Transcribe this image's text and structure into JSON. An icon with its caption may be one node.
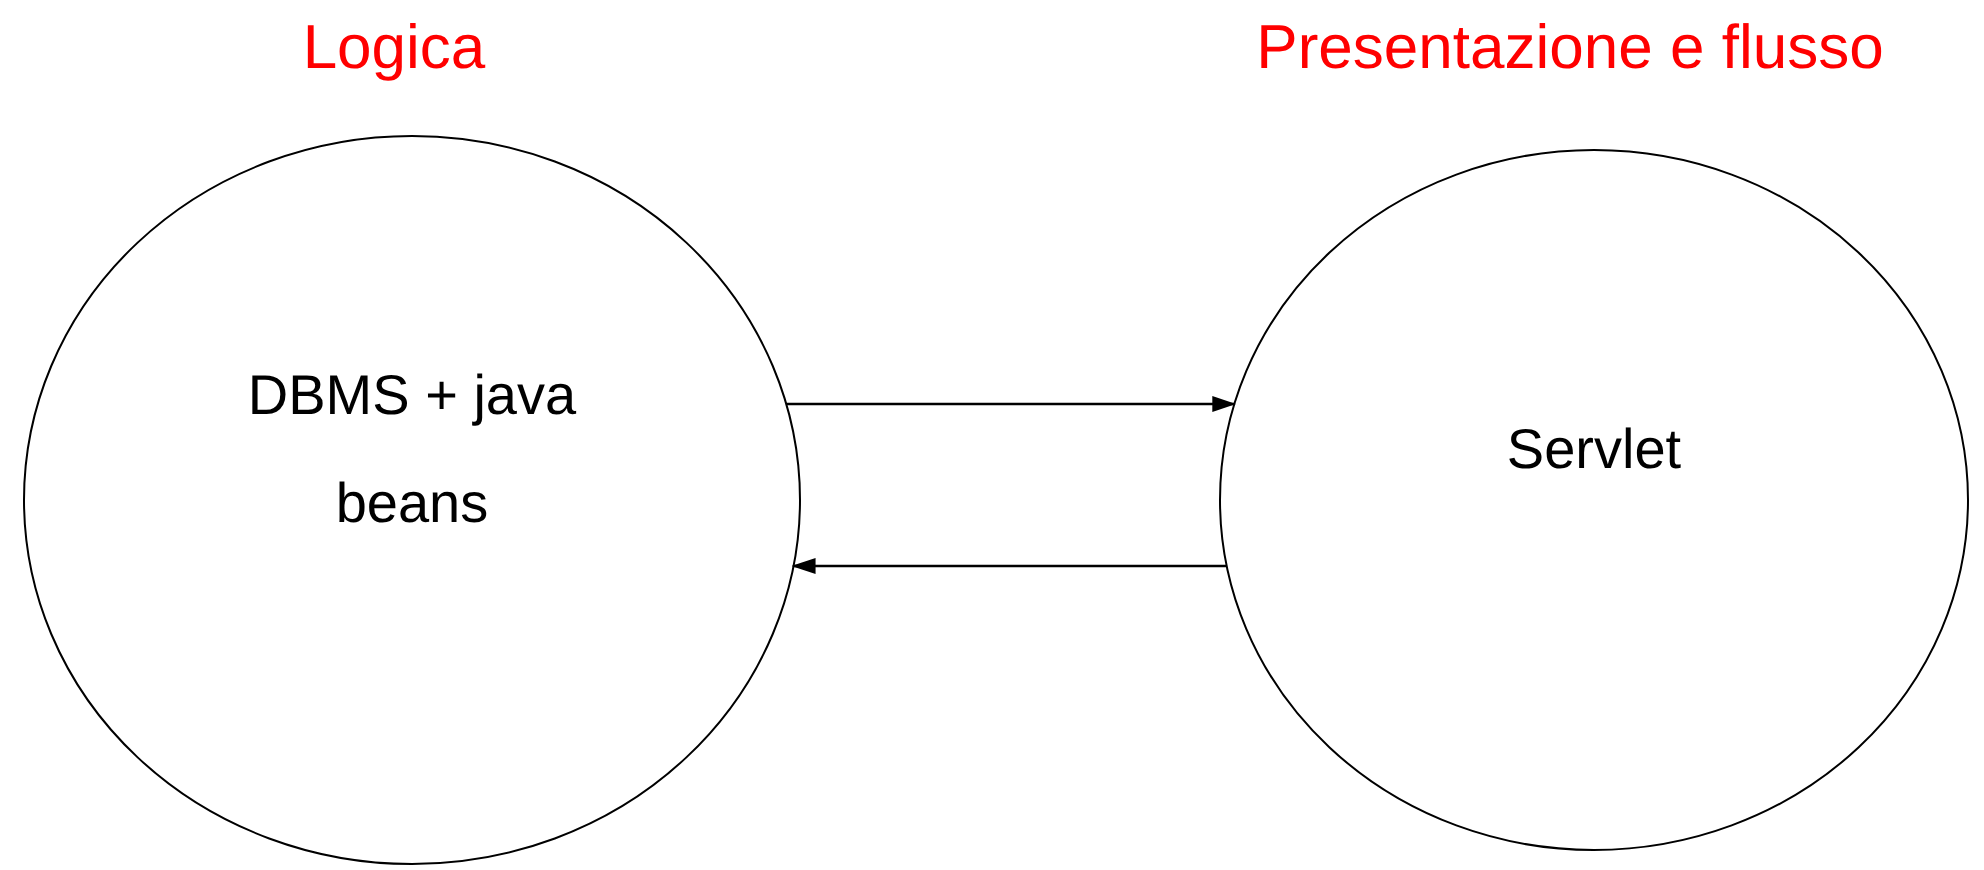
{
  "diagram": {
    "nodes": [
      {
        "text": [
          "Logica",
          "DBMS + java beans"
        ]
      },
      {
        "text": [
          "Presentazione e flusso",
          "Servlet"
        ]
      }
    ],
    "edges": [
      {
        "from": 0,
        "to": 1,
        "arrow": "to"
      },
      {
        "from": 1,
        "to": 0,
        "arrow": "to"
      }
    ]
  }
}
